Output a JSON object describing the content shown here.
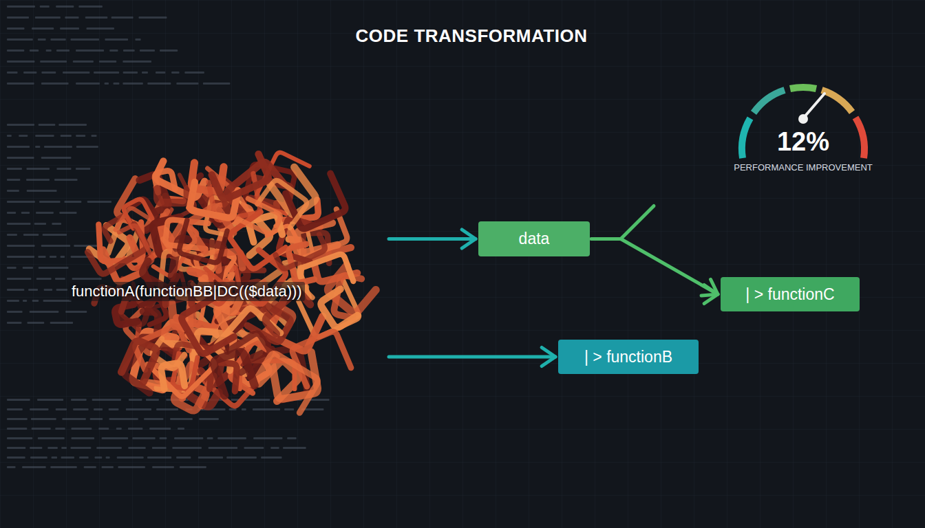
{
  "diagram": {
    "title": "CODE TRANSFORMATION",
    "nodes": [
      {
        "text": [
          "functionA(functionBB|DC(($data)))"
        ]
      },
      {
        "text": [
          "data"
        ]
      },
      {
        "text": [
          "| > functionC"
        ]
      },
      {
        "text": [
          "| > functionB"
        ]
      }
    ],
    "edges": [
      {
        "from": 0,
        "to": 1,
        "arrow": "to"
      },
      {
        "from": 0,
        "to": 2,
        "arrow": "to"
      },
      {
        "from": 0,
        "to": 3,
        "arrow": "to"
      },
      {
        "from": 1,
        "to": 2,
        "arrow": "to"
      }
    ],
    "labels": [
      "12%",
      "PERFORMANCE IMPROVEMENT"
    ]
  }
}
